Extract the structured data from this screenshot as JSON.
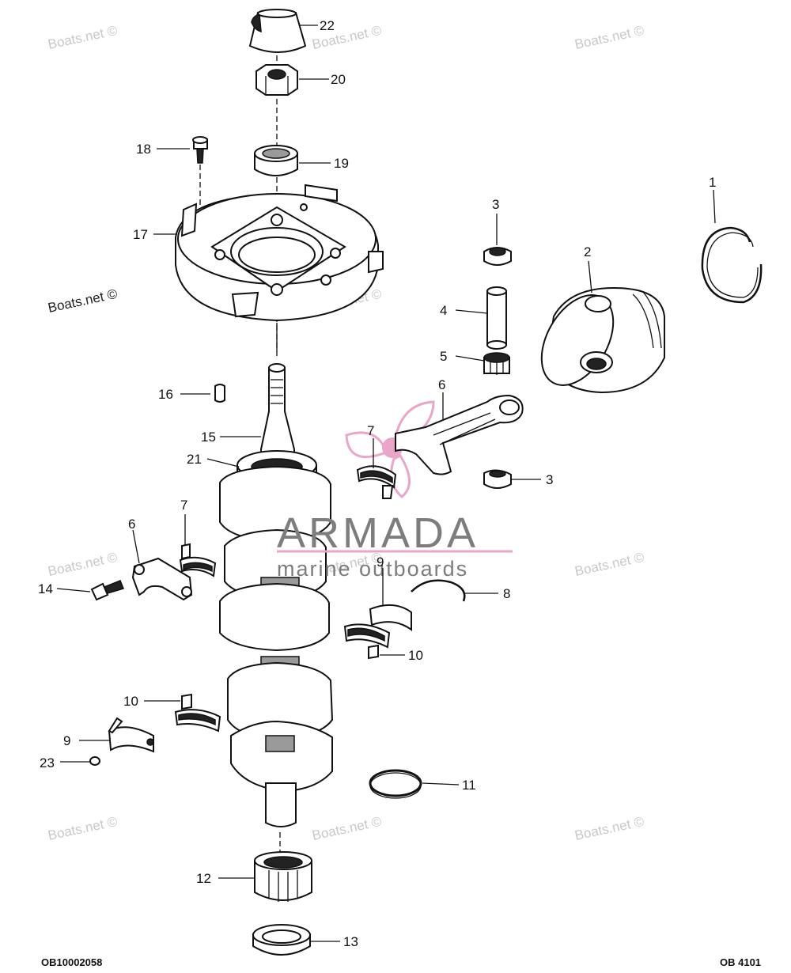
{
  "diagram": {
    "footer_left_code": "OB10002058",
    "footer_right_code": "OB 4101",
    "watermark_text": "Boats.net ©",
    "brand": {
      "name": "ARMADA",
      "tagline": "marine outboards",
      "logo_color": "#e9a6c9",
      "text_color": "#7d7d7d"
    },
    "callouts": {
      "c1": "1",
      "c2": "2",
      "c3a": "3",
      "c3b": "3",
      "c4": "4",
      "c5": "5",
      "c6a": "6",
      "c6b": "6",
      "c7a": "7",
      "c7b": "7",
      "c8": "8",
      "c9a": "9",
      "c9b": "9",
      "c10a": "10",
      "c10b": "10",
      "c11": "11",
      "c12": "12",
      "c13": "13",
      "c14": "14",
      "c15": "15",
      "c16": "16",
      "c17": "17",
      "c18": "18",
      "c19": "19",
      "c20": "20",
      "c21": "21",
      "c22": "22",
      "c23": "23"
    }
  }
}
